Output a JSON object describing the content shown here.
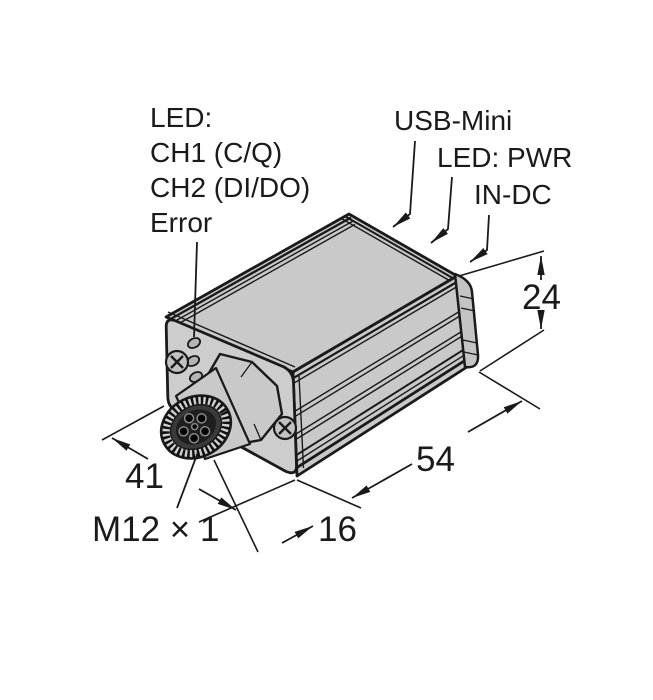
{
  "diagram": {
    "type": "technical-dimension-drawing",
    "callouts": {
      "led": "LED:",
      "ch1": "CH1 (C/Q)",
      "ch2": "CH2 (DI/DO)",
      "error": "Error",
      "usb_mini": "USB-Mini",
      "led_pwr": "LED: PWR",
      "in_dc": "IN-DC"
    },
    "dimensions": {
      "height": "24",
      "length": "54",
      "front_width": "41",
      "connector_thread": "M12 × 1",
      "connector_protrusion": "16"
    },
    "colors": {
      "line": "#1a1a1a",
      "body_fill": "#c9c9c9",
      "plate_fill": "#cdcdcd",
      "connector_dark": "#1e1e1e",
      "background": "#ffffff"
    }
  }
}
